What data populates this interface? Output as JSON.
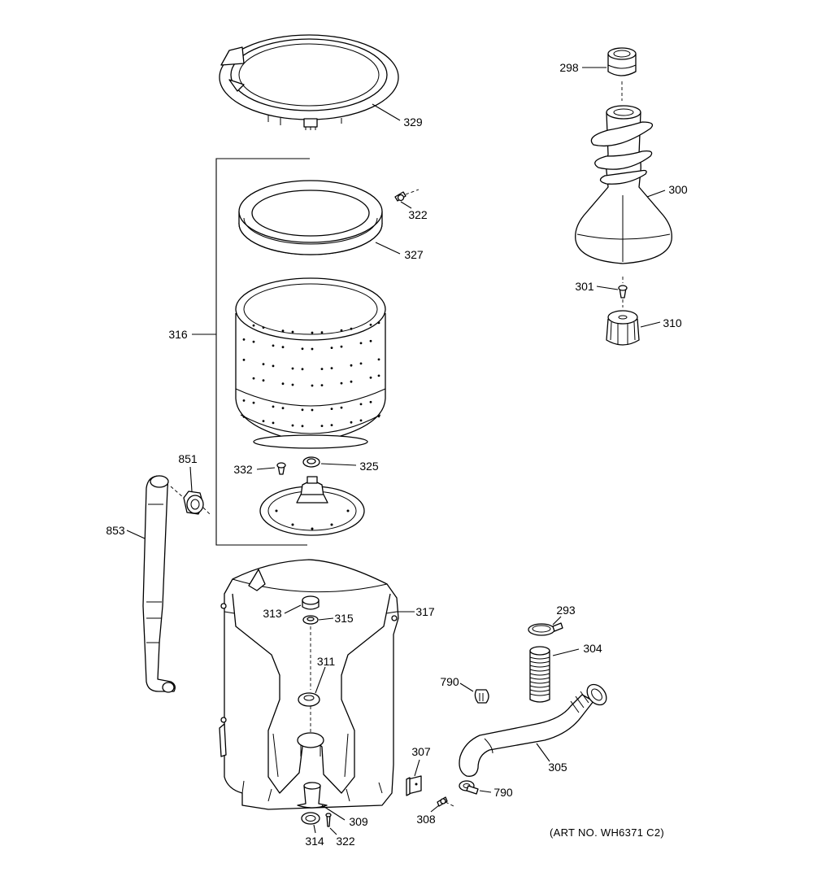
{
  "diagram": {
    "callouts": {
      "p298": "298",
      "p300": "300",
      "p301": "301",
      "p310": "310",
      "p329": "329",
      "p322a": "322",
      "p327": "327",
      "p316": "316",
      "p332": "332",
      "p325": "325",
      "p851": "851",
      "p853": "853",
      "p313": "313",
      "p315": "315",
      "p317": "317",
      "p311": "311",
      "p293": "293",
      "p304": "304",
      "p790a": "790",
      "p305": "305",
      "p307": "307",
      "p790b": "790",
      "p308": "308",
      "p309": "309",
      "p314": "314",
      "p322b": "322"
    },
    "art_number": "(ART NO. WH6371 C2)"
  }
}
